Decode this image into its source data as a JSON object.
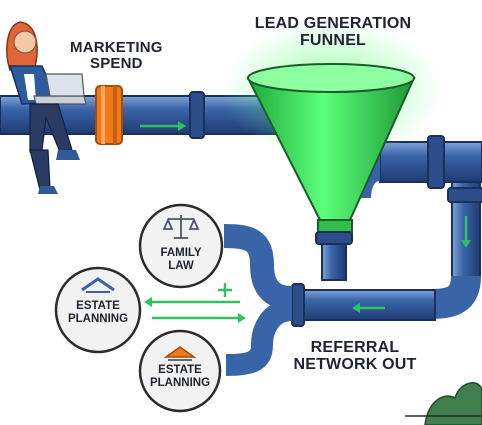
{
  "labels": {
    "marketing_spend": [
      "MARKETING",
      "SPEND"
    ],
    "funnel": [
      "LEAD GENERATION",
      "FUNNEL"
    ],
    "referral": [
      "REFERRAL",
      "NETWORK OUT"
    ]
  },
  "circles": [
    {
      "lines": [
        "FAMILY",
        "LAW"
      ],
      "icon": "scales-of-justice-icon"
    },
    {
      "lines": [
        "ESTATE",
        "PLANNING"
      ],
      "icon": "house-roof-icon"
    },
    {
      "lines": [
        "ESTATE",
        "PLANNING"
      ],
      "icon": "house-roof-icon"
    }
  ],
  "colors": {
    "pipe": "#3a64a8",
    "pipe_dark": "#23407a",
    "funnel_glow": "#3df05a",
    "flow_arrow": "#33c065",
    "valve": "#f07a1a",
    "person_hair": "#e0663a",
    "person_jacket": "#2d5c9e",
    "foliage": "#3f7f4e"
  },
  "icons": [
    "flow-arrow-icon",
    "plus-icon",
    "person-with-laptop-icon",
    "valve-icon",
    "funnel-icon",
    "foliage-icon"
  ]
}
